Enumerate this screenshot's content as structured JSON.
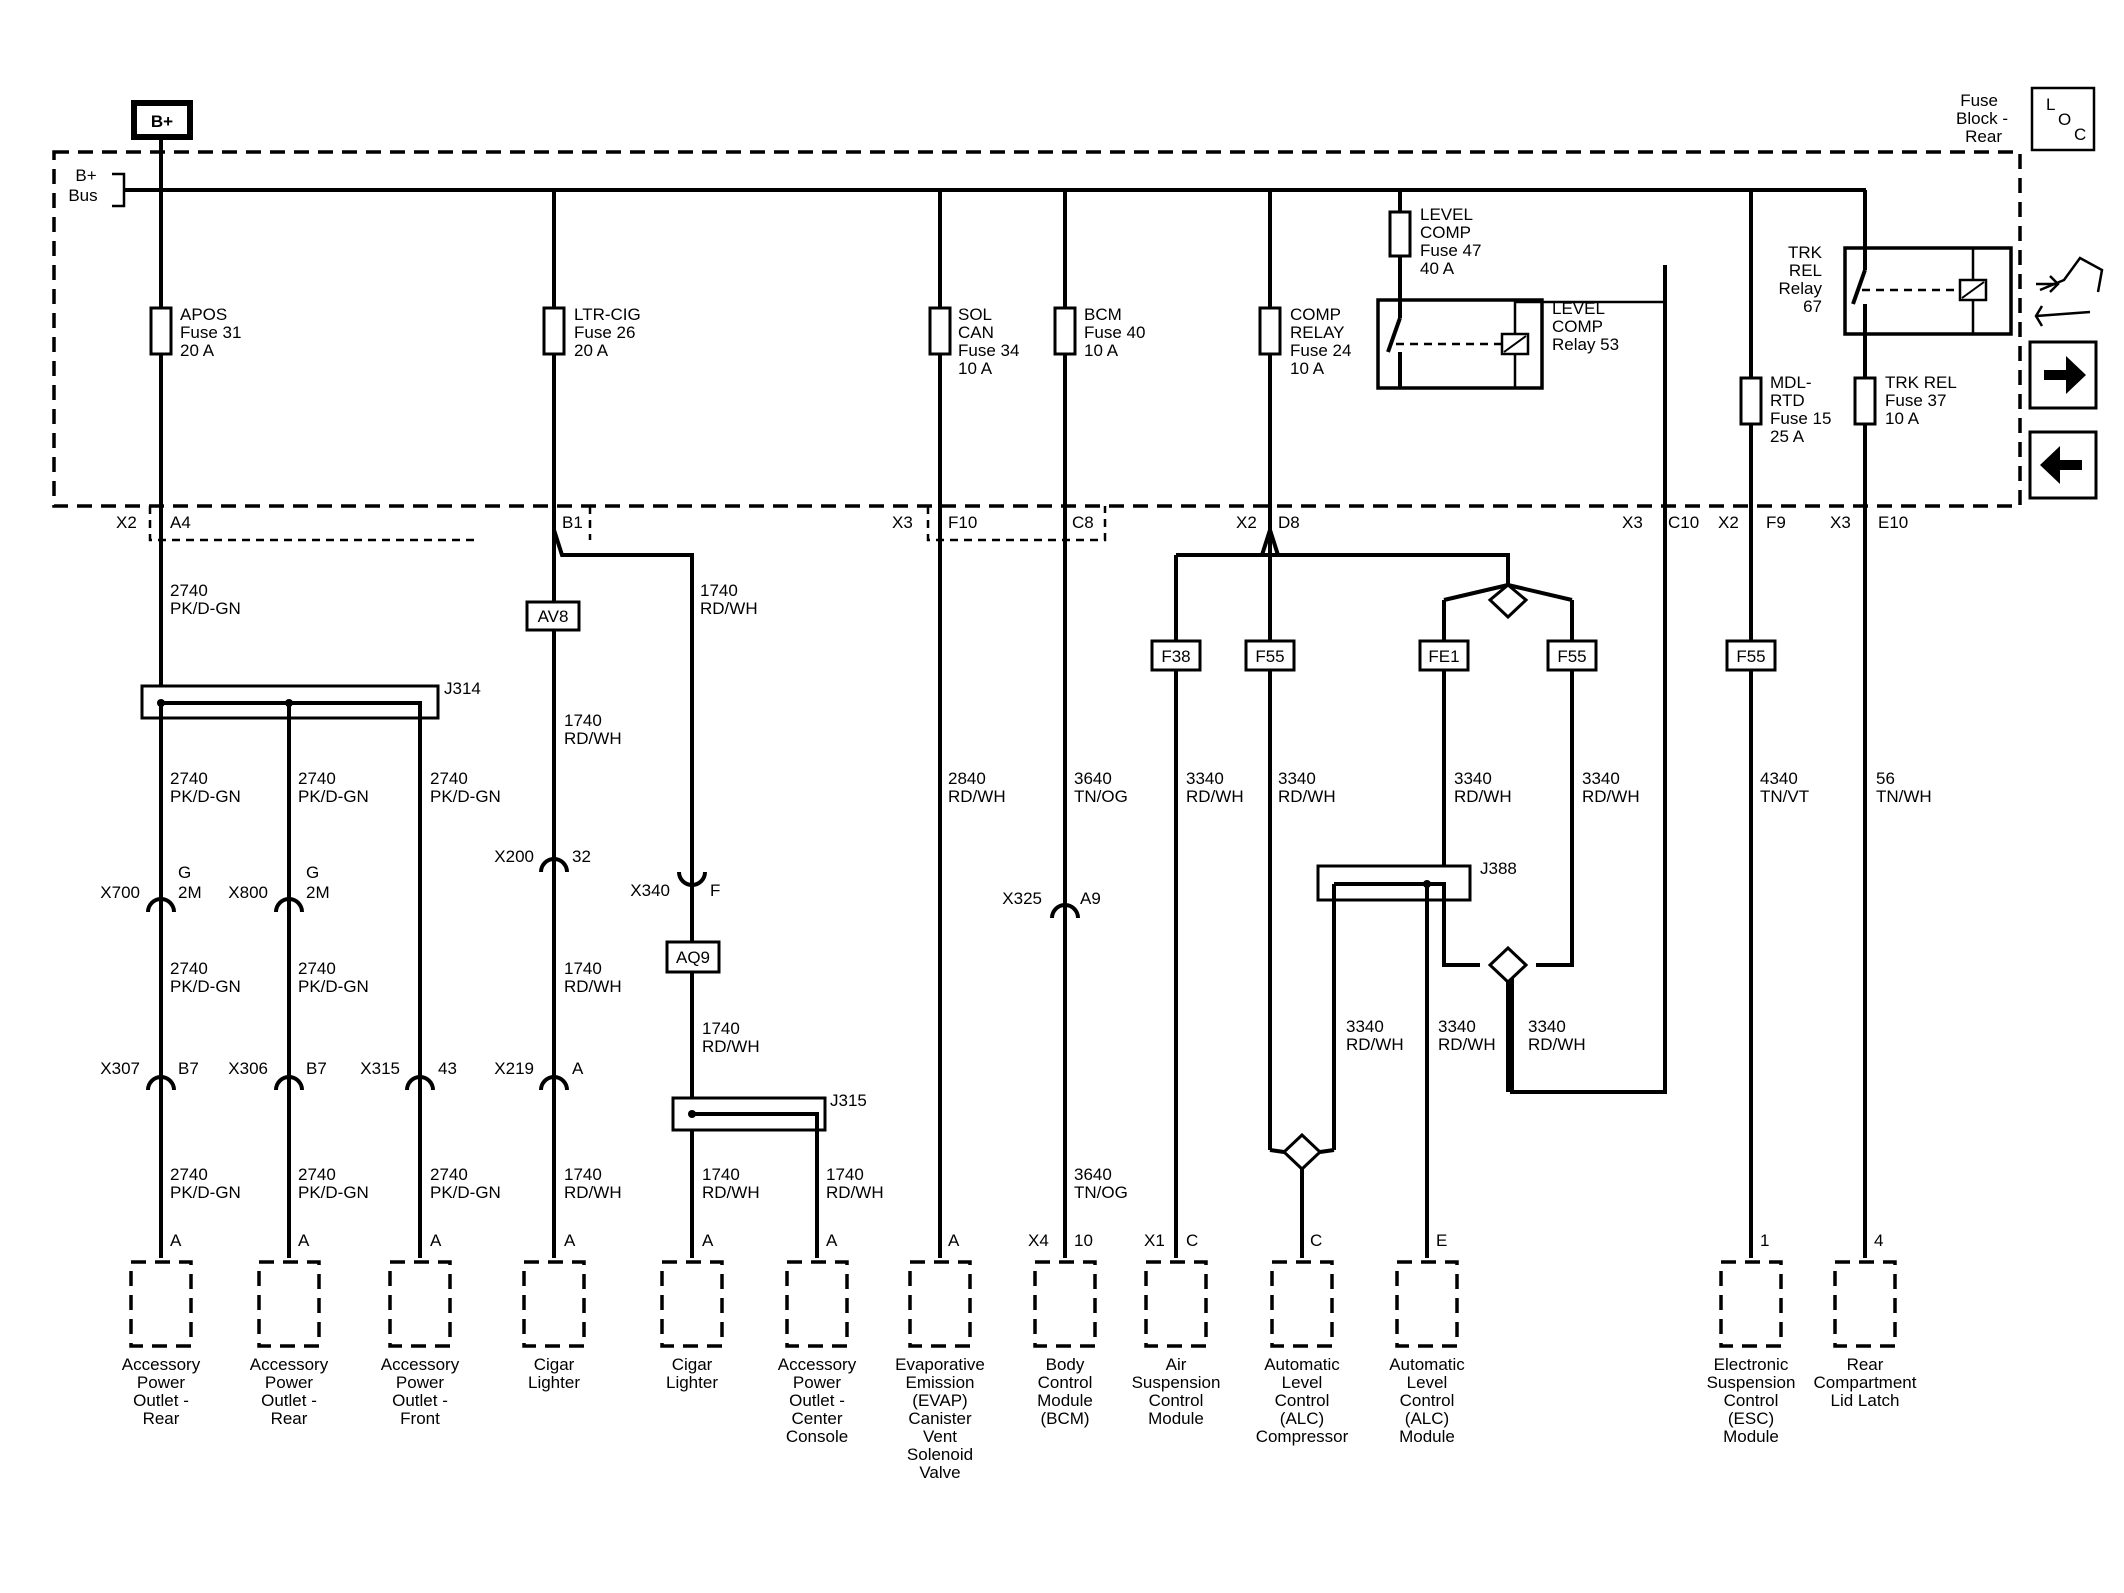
{
  "header": {
    "bplus": "B+",
    "bus": [
      "B+",
      "Bus"
    ],
    "loc_label": [
      "Fuse",
      "Block -",
      "Rear"
    ],
    "loc_letters": [
      "L",
      "O",
      "C"
    ]
  },
  "fuses": [
    {
      "id": "apos",
      "lines": [
        "APOS",
        "Fuse 31",
        "20 A"
      ]
    },
    {
      "id": "ltrcig",
      "lines": [
        "LTR-CIG",
        "Fuse 26",
        "20 A"
      ]
    },
    {
      "id": "solcan",
      "lines": [
        "SOL",
        "CAN",
        "Fuse 34",
        "10 A"
      ]
    },
    {
      "id": "bcm",
      "lines": [
        "BCM",
        "Fuse 40",
        "10 A"
      ]
    },
    {
      "id": "comprelay",
      "lines": [
        "COMP",
        "RELAY",
        "Fuse 24",
        "10 A"
      ]
    },
    {
      "id": "levelcomp",
      "lines": [
        "LEVEL",
        "COMP",
        "Fuse 47",
        "40 A"
      ]
    },
    {
      "id": "mdlrtd",
      "lines": [
        "MDL-",
        "RTD",
        "Fuse 15",
        "25 A"
      ]
    },
    {
      "id": "trkrel",
      "lines": [
        "TRK REL",
        "Fuse 37",
        "10 A"
      ]
    }
  ],
  "relays": {
    "level_comp": [
      "LEVEL",
      "COMP",
      "Relay 53"
    ],
    "trk_rel": [
      "TRK",
      "REL",
      "Relay",
      "67"
    ]
  },
  "pins": {
    "x2": "X2",
    "a4": "A4",
    "b1": "B1",
    "x3a": "X3",
    "f10": "F10",
    "c8": "C8",
    "x2b": "X2",
    "d8": "D8",
    "x3b": "X3",
    "c10": "C10",
    "x2c": "X2",
    "f9": "F9",
    "x3c": "X3",
    "e10": "E10"
  },
  "wires": {
    "w2740": [
      "2740",
      "PK/D-GN"
    ],
    "w1740": [
      "1740",
      "RD/WH"
    ],
    "w2840": [
      "2840",
      "RD/WH"
    ],
    "w3640": [
      "3640",
      "TN/OG"
    ],
    "w3340": [
      "3340",
      "RD/WH"
    ],
    "w4340": [
      "4340",
      "TN/VT"
    ],
    "w56": [
      "56",
      "TN/WH"
    ]
  },
  "splices": {
    "j314": "J314",
    "j315": "J315",
    "j388": "J388"
  },
  "tags": {
    "av8": "AV8",
    "aq9": "AQ9",
    "f38": "F38",
    "f55": "F55",
    "fe1": "FE1"
  },
  "connectors": {
    "x700": "X700",
    "x800": "X800",
    "g": "G",
    "m2": "2M",
    "x200": "X200",
    "p32": "32",
    "x340": "X340",
    "pf": "F",
    "x325": "X325",
    "a9": "A9",
    "x307": "X307",
    "x306": "X306",
    "x315": "X315",
    "b7": "B7",
    "p43": "43",
    "x219": "X219",
    "pa": "A",
    "x4": "X4",
    "p10": "10",
    "x1": "X1",
    "pc": "C",
    "pe": "E",
    "p1": "1",
    "p4": "4"
  },
  "components": [
    [
      "Accessory",
      "Power",
      "Outlet -",
      "Rear"
    ],
    [
      "Accessory",
      "Power",
      "Outlet -",
      "Rear"
    ],
    [
      "Accessory",
      "Power",
      "Outlet -",
      "Front"
    ],
    [
      "Cigar",
      "Lighter"
    ],
    [
      "Cigar",
      "Lighter"
    ],
    [
      "Accessory",
      "Power",
      "Outlet -",
      "Center",
      "Console"
    ],
    [
      "Evaporative",
      "Emission",
      "(EVAP)",
      "Canister",
      "Vent",
      "Solenoid",
      "Valve"
    ],
    [
      "Body",
      "Control",
      "Module",
      "(BCM)"
    ],
    [
      "Air",
      "Suspension",
      "Control",
      "Module"
    ],
    [
      "Automatic",
      "Level",
      "Control",
      "(ALC)",
      "Compressor"
    ],
    [
      "Automatic",
      "Level",
      "Control",
      "(ALC)",
      "Module"
    ],
    [
      "Electronic",
      "Suspension",
      "Control",
      "(ESC)",
      "Module"
    ],
    [
      "Rear",
      "Compartment",
      "Lid Latch"
    ]
  ]
}
